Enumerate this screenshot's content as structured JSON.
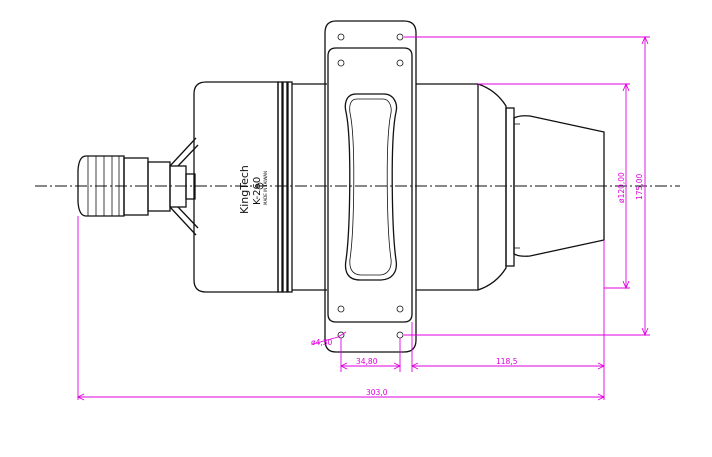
{
  "engine": {
    "brand": "KingTech",
    "model": "K-260",
    "origin": "MADE IN TAIWAN"
  },
  "dimensions": {
    "bolt_hole_dia": "ø4,30",
    "bolt_spacing": "34,80",
    "rear_length": "118,5",
    "overall_length": "303,0",
    "casing_dia": "ø120,00",
    "mount_height": "175,00"
  }
}
